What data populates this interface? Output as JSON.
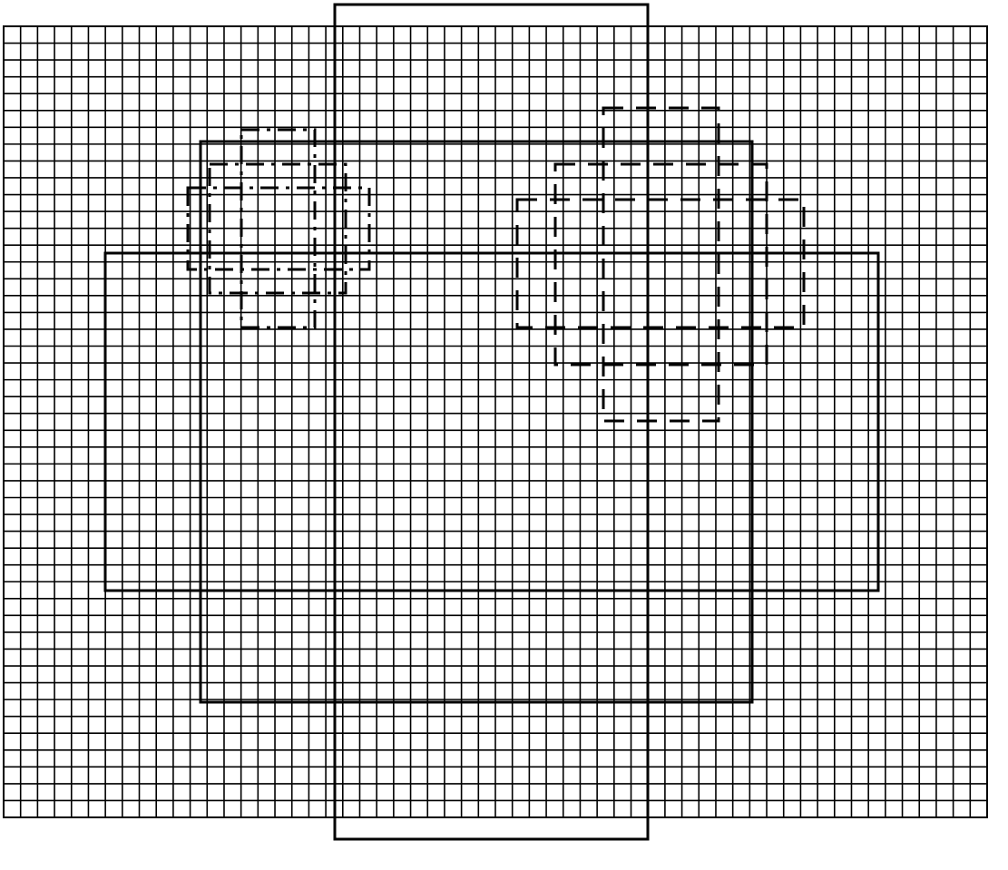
{
  "canvas": {
    "background": "#ffffff",
    "stroke": "#000000"
  },
  "diagram": {
    "grid": {
      "columns": 58,
      "rows": 47
    },
    "shapes": [
      {
        "id": "tall-solid-rect",
        "style": "solid"
      },
      {
        "id": "large-solid-rect",
        "style": "solid"
      },
      {
        "id": "wide-solid-rect",
        "style": "solid"
      },
      {
        "id": "dashdot-rect-a",
        "style": "dash-dot"
      },
      {
        "id": "dashdot-rect-b",
        "style": "dash-dot"
      },
      {
        "id": "dashdot-rect-c",
        "style": "dash-dot"
      },
      {
        "id": "dashdot-rect-d",
        "style": "dash-dot"
      },
      {
        "id": "dashed-rect-a",
        "style": "dashed"
      },
      {
        "id": "dashed-rect-b",
        "style": "dashed"
      },
      {
        "id": "dashed-rect-c",
        "style": "dashed"
      }
    ]
  }
}
